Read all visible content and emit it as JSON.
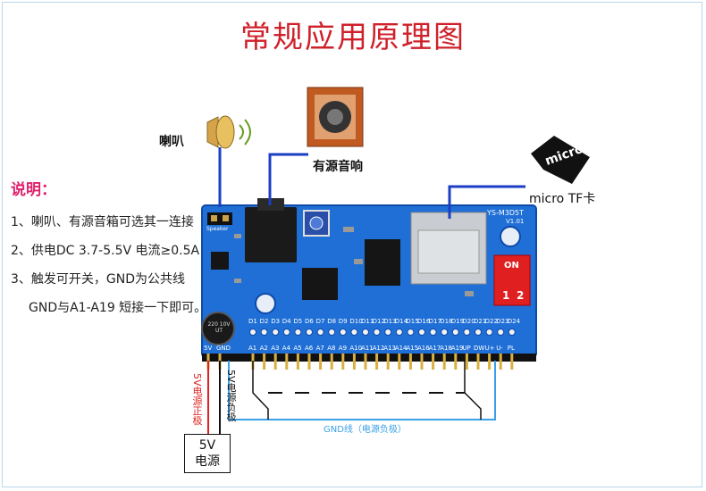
{
  "title": "常规应用原理图",
  "speaker_label": "喇叭",
  "sound_box_label": "有源音响",
  "tf_label": "micro TF卡",
  "notes": {
    "heading": "说明：",
    "line1": "1、喇叭、有源音箱可选其一连接",
    "line2": "2、供电DC 3.7-5.5V 电流≥0.5A",
    "line3": "3、触发可开关，GND为公共线",
    "line4": "GND与A1-A19 短接一下即可。"
  },
  "board": {
    "model": "YS-M3D5T",
    "version": "V1.01",
    "switch_on": "ON",
    "switch_1": "1",
    "switch_2": "2",
    "speaker_header": "Speaker",
    "capacitor_text": "220 10V UT",
    "left_pins": [
      "5V",
      "GND"
    ],
    "top_pins": [
      "D1",
      "D2",
      "D3",
      "D4",
      "D5",
      "D6",
      "D7",
      "D8",
      "D9",
      "D10",
      "D11",
      "D12",
      "D13",
      "D14",
      "D15",
      "D16",
      "D17",
      "D18",
      "D19",
      "D20",
      "D21",
      "D22",
      "D23",
      "D24"
    ],
    "bottom_pins": [
      "A1",
      "A2",
      "A3",
      "A4",
      "A5",
      "A6",
      "A7",
      "A8",
      "A9",
      "A10",
      "A11",
      "A12",
      "A13",
      "A14",
      "A15",
      "A16",
      "A17",
      "A18",
      "A19",
      "UP",
      "DW",
      "U+",
      "U-",
      "PL"
    ]
  },
  "wiring": {
    "positive_label": "5V电源正极",
    "negative_label": "5V电源负极",
    "gnd_line_label": "GND线（电源负极）",
    "supply_box_line1": "5V",
    "supply_box_line2": "电源"
  },
  "colors": {
    "title": "#d0202a",
    "pcb": "#1f6fd6",
    "callout_line": "#1b3fc4",
    "positive_wire": "#e02020",
    "gnd_wire": "#3aa0e8"
  }
}
